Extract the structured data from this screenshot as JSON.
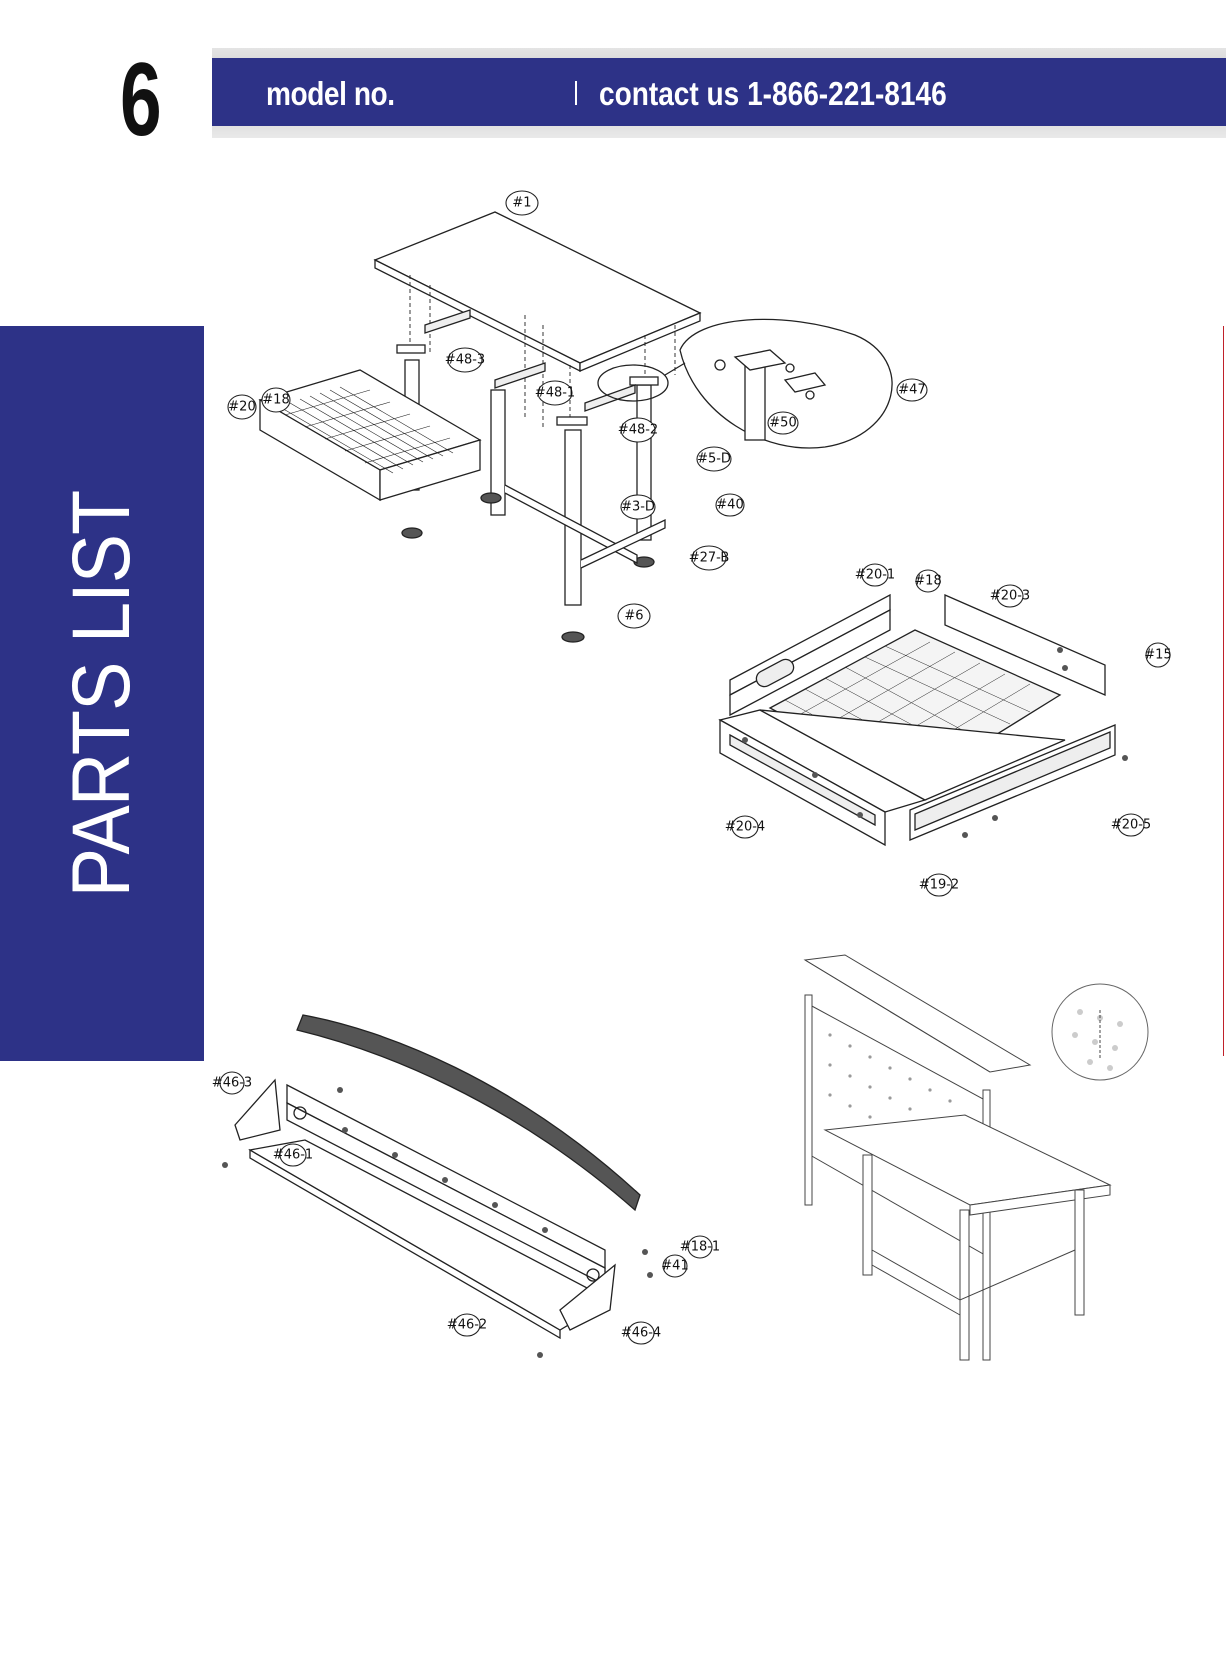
{
  "page_number": "6",
  "header": {
    "model_label": "model no.",
    "contact_label": "contact us 1-866-221-8146"
  },
  "section_title": "PARTS LIST",
  "colors": {
    "brand_blue": "#2d3287",
    "accent_red": "#c0202a"
  },
  "diagram_workbench": {
    "callouts": [
      "#1",
      "#48-3",
      "#48-1",
      "#48-2",
      "#20",
      "#18",
      "#5-D",
      "#3-D",
      "#40",
      "#27-B",
      "#6",
      "#47",
      "#50"
    ]
  },
  "diagram_drawer": {
    "callouts": [
      "#20-1",
      "#18",
      "#20-3",
      "#15",
      "#20-4",
      "#19-2",
      "#20-5"
    ]
  },
  "diagram_shelf": {
    "callouts": [
      "#46-3",
      "#46-1",
      "#18-1",
      "#41",
      "#46-4",
      "#46-2"
    ]
  }
}
